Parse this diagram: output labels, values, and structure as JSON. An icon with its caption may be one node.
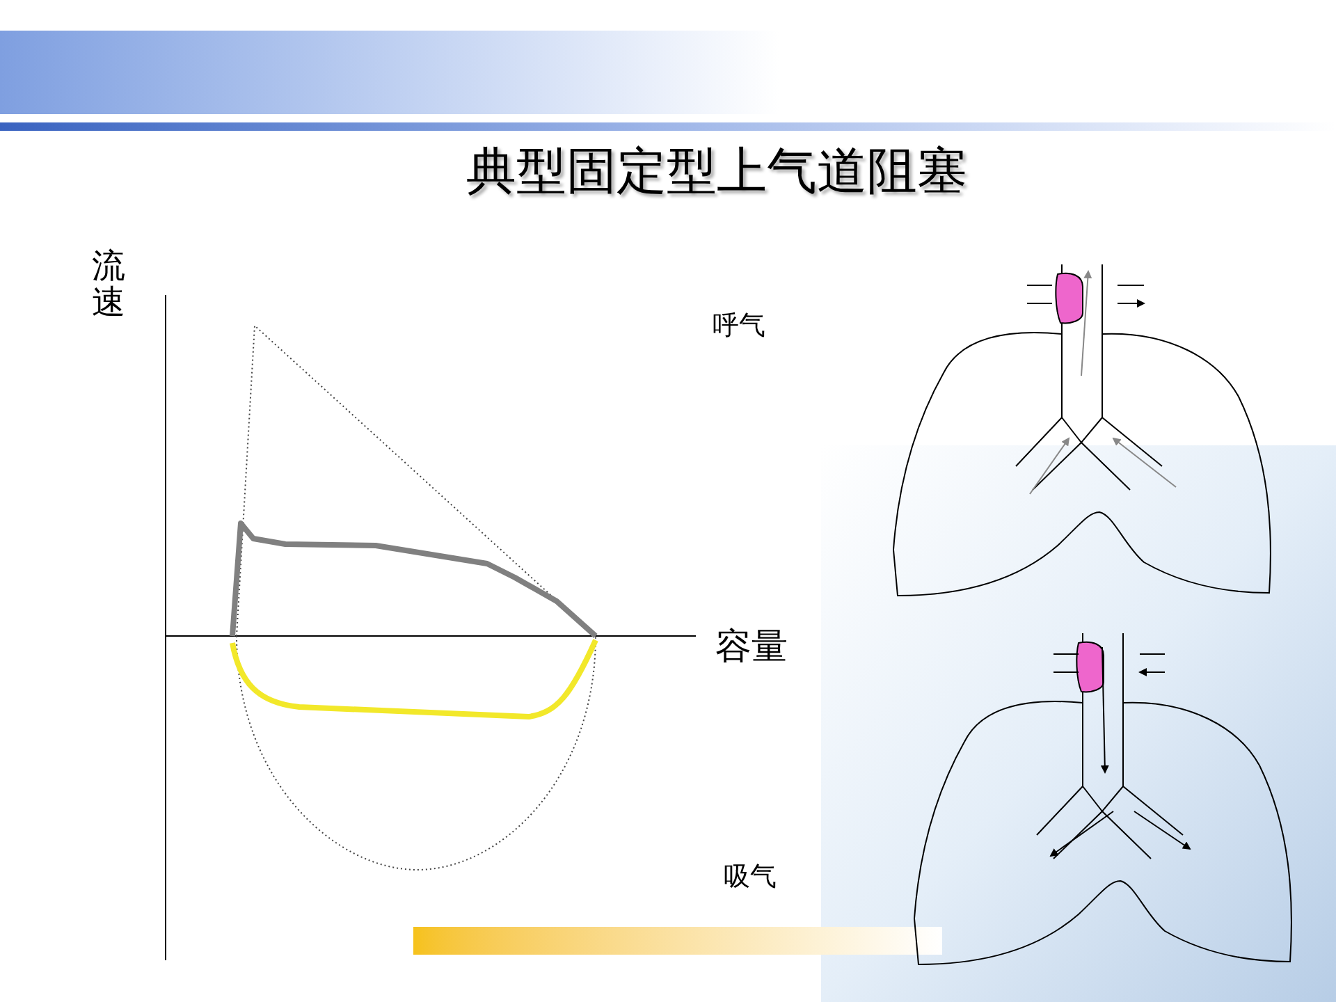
{
  "diagram": {
    "title": "典型固定型上气道阻塞",
    "labels": [
      "流速",
      "呼气",
      "容量",
      "吸气"
    ]
  }
}
